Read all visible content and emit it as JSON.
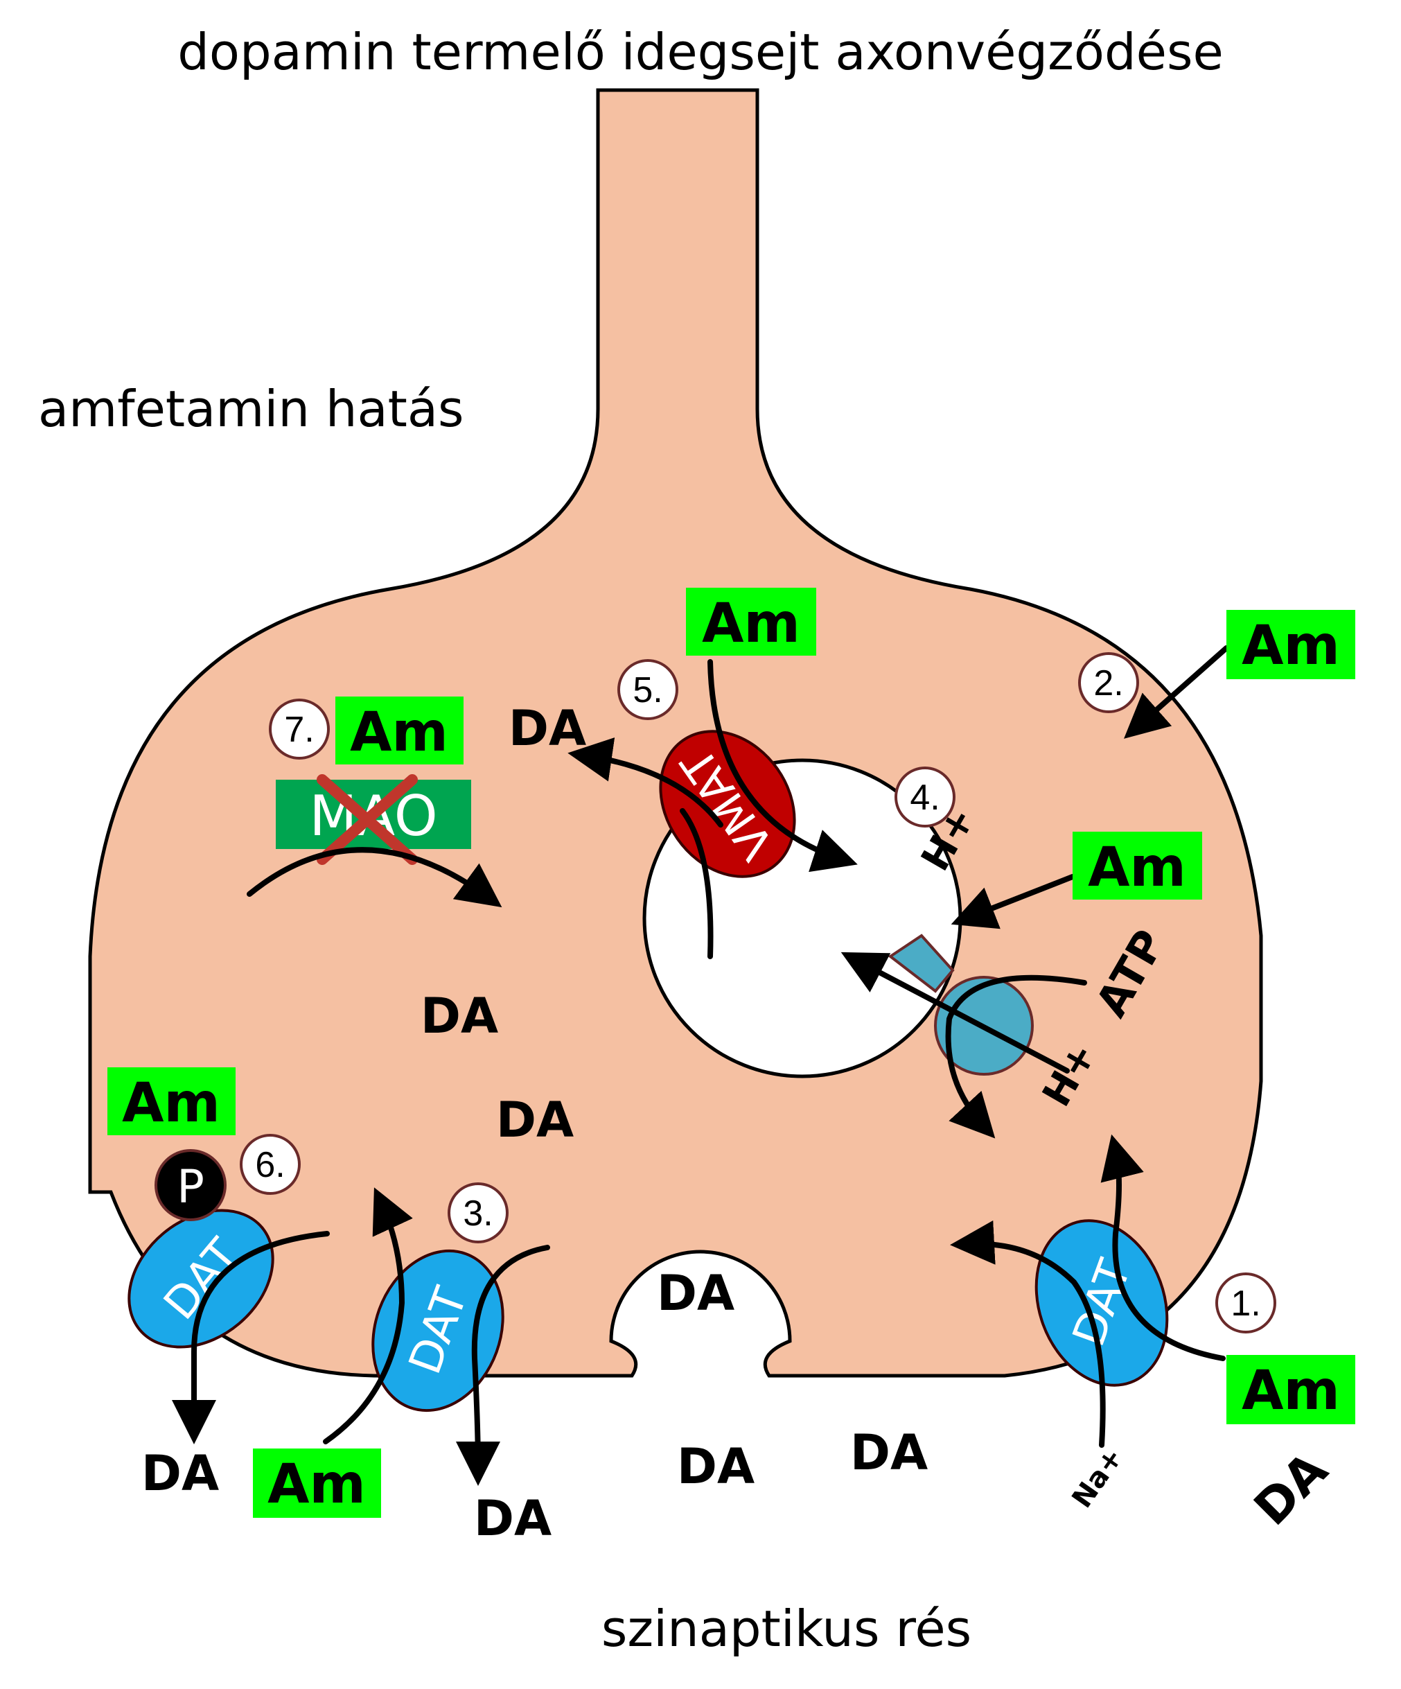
{
  "title": "dopamin termelő idegsejt axonvégződése",
  "subtitle": "amfetamin hatás",
  "bottom_label": "szinaptikus rés",
  "am_label": "Am",
  "da_label": "DA",
  "dat_label": "DAT",
  "vmat_label": "VMAT",
  "mao_label": "MAO",
  "p_label": "P",
  "atp_label": "ATP",
  "hplus_label": "H+",
  "naplus_label": "Na+",
  "steps": [
    "1.",
    "2.",
    "3.",
    "4.",
    "5.",
    "6.",
    "7."
  ],
  "colors": {
    "neuron": "#f5c0a2",
    "am_box": "#00ff00",
    "mao_box": "#00a550",
    "dat": "#1ba8e9",
    "vmat": "#c00000",
    "pump": "#4bacc6",
    "cross": "#c0362c"
  }
}
